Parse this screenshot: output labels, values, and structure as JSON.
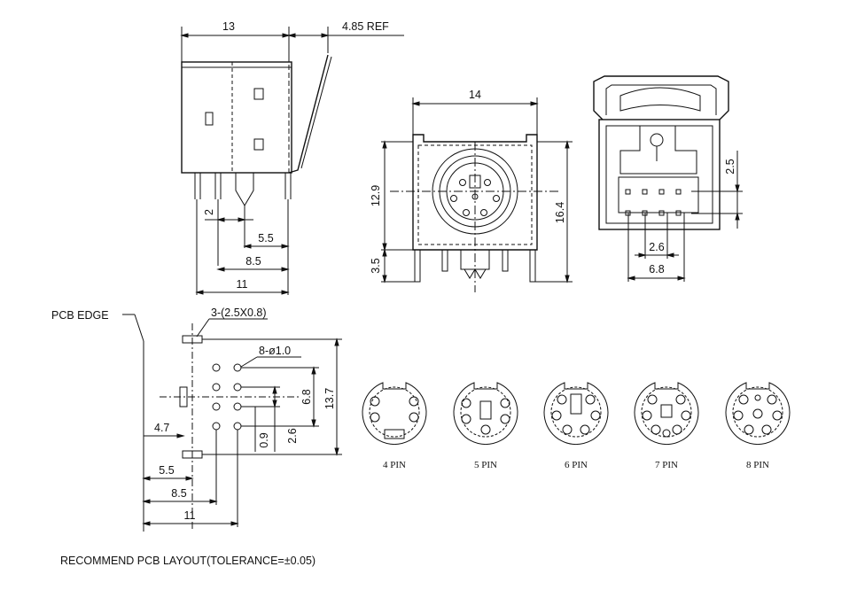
{
  "side_view": {
    "dims": {
      "width": "13",
      "ref": "4.85 REF",
      "d2": "2",
      "d55": "5.5",
      "d85": "8.5",
      "d11": "11"
    }
  },
  "front_view": {
    "dims": {
      "width": "14",
      "height": "12.9",
      "total": "16.4",
      "bottom": "3.5"
    }
  },
  "back_view": {
    "dims": {
      "pitch": "2.6",
      "span": "6.8",
      "offset": "2.5"
    }
  },
  "pcb_layout": {
    "edge_label": "PCB EDGE",
    "slot_note": "3-(2.5X0.8)",
    "hole_note": "8-ø1.0",
    "dims": {
      "d68": "6.8",
      "d137": "13.7",
      "d47": "4.7",
      "d09": "0.9",
      "d26": "2.6",
      "d55": "5.5",
      "d85": "8.5",
      "d11": "11"
    },
    "caption": "RECOMMEND PCB LAYOUT(TOLERANCE=±0.05)"
  },
  "pin_variants": [
    {
      "label": "4 PIN"
    },
    {
      "label": "5 PIN"
    },
    {
      "label": "6 PIN"
    },
    {
      "label": "7 PIN"
    },
    {
      "label": "8 PIN"
    }
  ]
}
